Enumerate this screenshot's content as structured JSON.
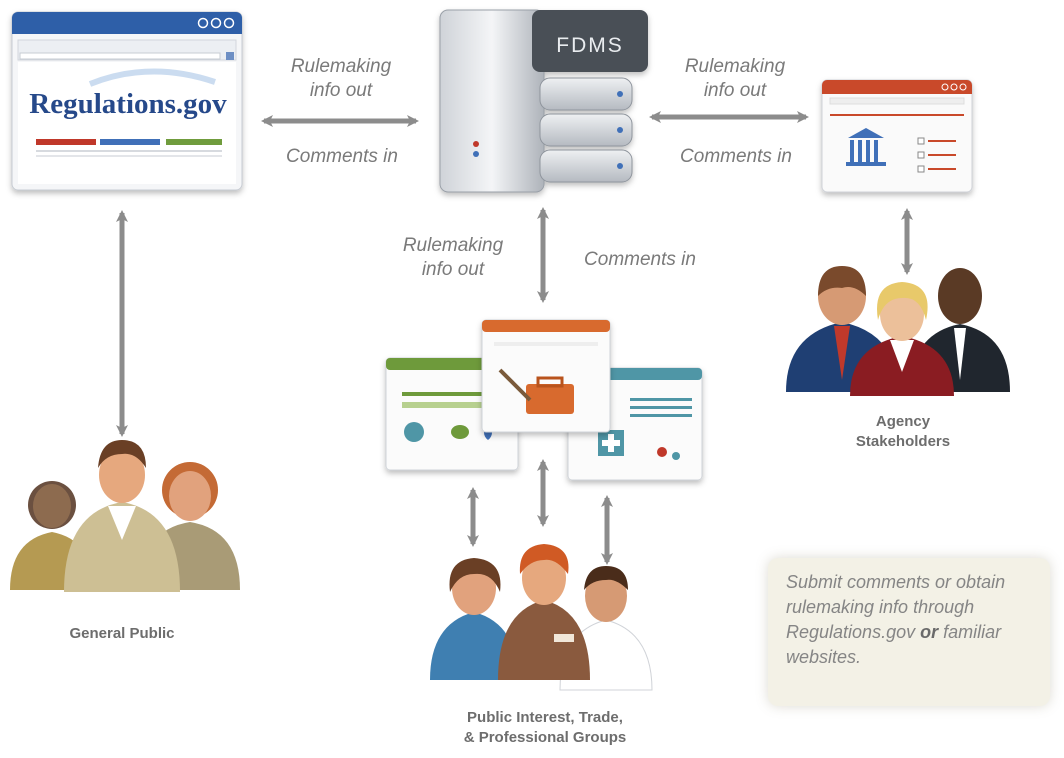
{
  "portal": {
    "logo_text": "Regulations.gov"
  },
  "server": {
    "label": "FDMS"
  },
  "flows": {
    "portal_out": "Rulemaking\ninfo out",
    "portal_in": "Comments in",
    "agency_out": "Rulemaking\ninfo out",
    "agency_in": "Comments in",
    "groups_out": "Rulemaking\ninfo out",
    "groups_in": "Comments in"
  },
  "groups": {
    "general_public": "General Public",
    "agency_stakeholders": "Agency\nStakeholders",
    "professional_groups": "Public Interest, Trade,\n& Professional Groups"
  },
  "note": {
    "text_part1": "Submit comments or obtain rulemaking info through Regulations.gov ",
    "text_emphasis": "or",
    "text_part2": " familiar websites."
  },
  "colors": {
    "arrow": "#8c8c8c",
    "portal_titlebar": "#2f5fa8",
    "agency_titlebar": "#c94a2c",
    "green_titlebar": "#6e9a3a",
    "orange_titlebar": "#d86a2e",
    "teal_titlebar": "#4f96a6",
    "note_bg": "#f3f1e6"
  }
}
